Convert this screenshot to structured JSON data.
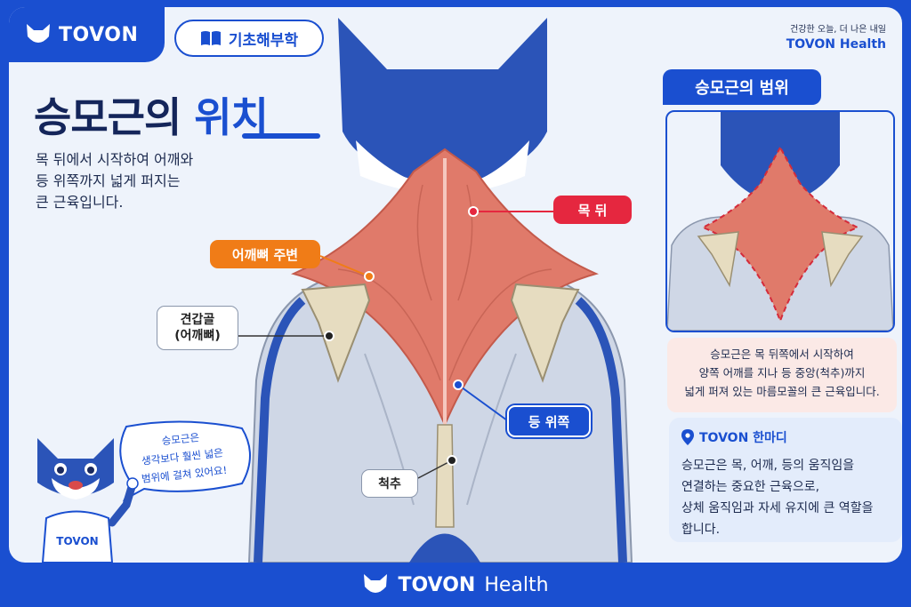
{
  "logo": {
    "text": "TOVON"
  },
  "badge": {
    "label": "기초해부학"
  },
  "topright": {
    "slogan": "건강한 오늘, 더 나은 내일",
    "brand": "TOVON Health"
  },
  "title": {
    "main": "승모근의 ",
    "highlight": "위치"
  },
  "description": [
    "목 뒤에서 시작하여 어깨와",
    "등 위쪽까지 넓게 퍼지는",
    "큰 근육입니다."
  ],
  "labels": {
    "neck_back": "목 뒤",
    "shoulder_area": "어깨뼈 주변",
    "scapula_line1": "견갑골",
    "scapula_line2": "(어깨뼈)",
    "upper_back": "등 위쪽",
    "spine": "척추"
  },
  "scope": {
    "title": "승모근의 범위",
    "text": [
      "승모근은 목 뒤쪽에서 시작하여",
      "양쪽 어깨를 지나 등 중앙(척추)까지",
      "넓게 퍼져 있는 마름모꼴의 큰 근육입니다."
    ]
  },
  "tip": {
    "title": "TOVON 한마디",
    "body": [
      "승모근은 목, 어깨, 등의 움직임을",
      "연결하는 중요한 근육으로,",
      "상체 움직임과 자세 유지에 큰 역할을",
      "합니다."
    ]
  },
  "bubble": {
    "lines": [
      "승모근은",
      "생각보다 훨씬 넓은",
      "범위에 걸쳐 있어요!"
    ]
  },
  "mascot": {
    "shirt_text": "TOVON"
  },
  "footer": {
    "brand_bold": "TOVON",
    "brand_light": "Health"
  },
  "colors": {
    "primary": "#1a4fd0",
    "red": "#e5273f",
    "orange": "#f07c17",
    "muscle": "#e07a6a"
  }
}
